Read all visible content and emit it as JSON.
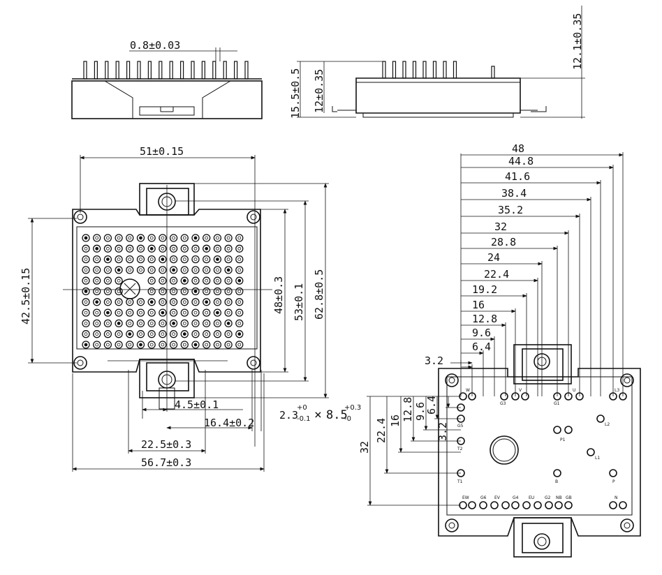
{
  "side_view": {
    "pin_pitch_dim": "0.8±0.03"
  },
  "end_view": {
    "pin_height": "12.1±0.35",
    "overall_height": "15.5±0.5",
    "body_height": "12±0.35"
  },
  "top_view": {
    "width_holes": "51±0.15",
    "height_holes": "42.5±0.15",
    "inner_height": "48±0.3",
    "mid_height": "53±0.1",
    "outer_height": "62.8±0.5",
    "offset_a": "4.5±0.1",
    "offset_b": "16.4±0.2",
    "tab_width": "22.5±0.3",
    "overall_width": "56.7±0.3",
    "slot_dim_a": "2.3",
    "slot_dim_a_tol_upper": "+0",
    "slot_dim_a_tol_lower": "-0.1",
    "slot_times": "×",
    "slot_dim_b": "8.5",
    "slot_dim_b_tol_upper": "+0.3",
    "slot_dim_b_tol_lower": "-0"
  },
  "pin_map": {
    "x_dims": [
      "48",
      "44.8",
      "41.6",
      "38.4",
      "35.2",
      "32",
      "28.8",
      "24",
      "22.4",
      "19.2",
      "16",
      "12.8",
      "9.6",
      "6.4",
      "3.2"
    ],
    "y_dims": [
      "32",
      "22.4",
      "16",
      "12.8",
      "9.6",
      "6.4",
      "3.2"
    ],
    "pin_labels": {
      "W": "W",
      "V": "V",
      "G3": "G3",
      "G1": "G1",
      "U": "U",
      "L3": "L3",
      "G5": "G5",
      "L2": "L2",
      "P1": "P1",
      "T2": "T2",
      "L1": "L1",
      "T1": "T1",
      "B": "B",
      "P": "P",
      "EW": "EW",
      "G6": "G6",
      "EV": "EV",
      "G4": "G4",
      "EU": "EU",
      "G2": "G2",
      "NB": "NB",
      "GB": "GB",
      "N": "N"
    }
  }
}
